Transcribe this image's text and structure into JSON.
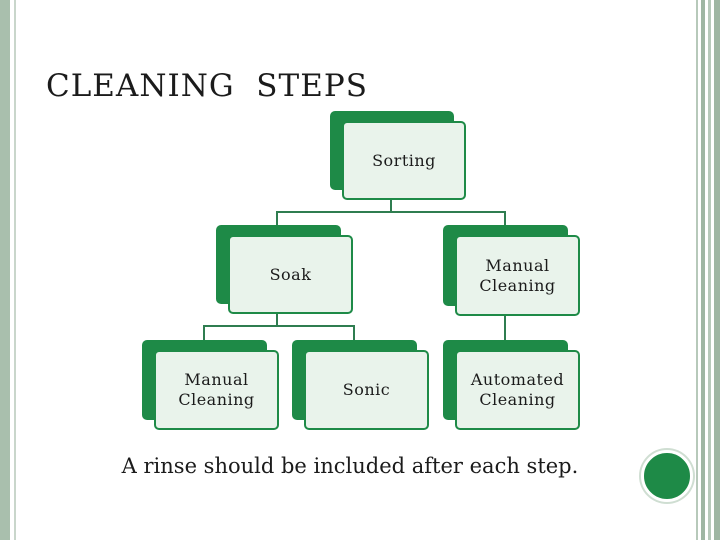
{
  "slide": {
    "title": "CLEANING  STEPS",
    "footer": "A rinse should be included after each step."
  },
  "diagram": {
    "root": {
      "label": "Sorting"
    },
    "level2": [
      {
        "label": "Soak"
      },
      {
        "label": "Manual Cleaning"
      }
    ],
    "level3": [
      {
        "label": "Manual Cleaning"
      },
      {
        "label": "Sonic"
      },
      {
        "label": "Automated Cleaning"
      }
    ]
  },
  "colors": {
    "accent": "#1e8a47",
    "box_fill": "#e9f3eb",
    "frame": "#a9bfad"
  }
}
